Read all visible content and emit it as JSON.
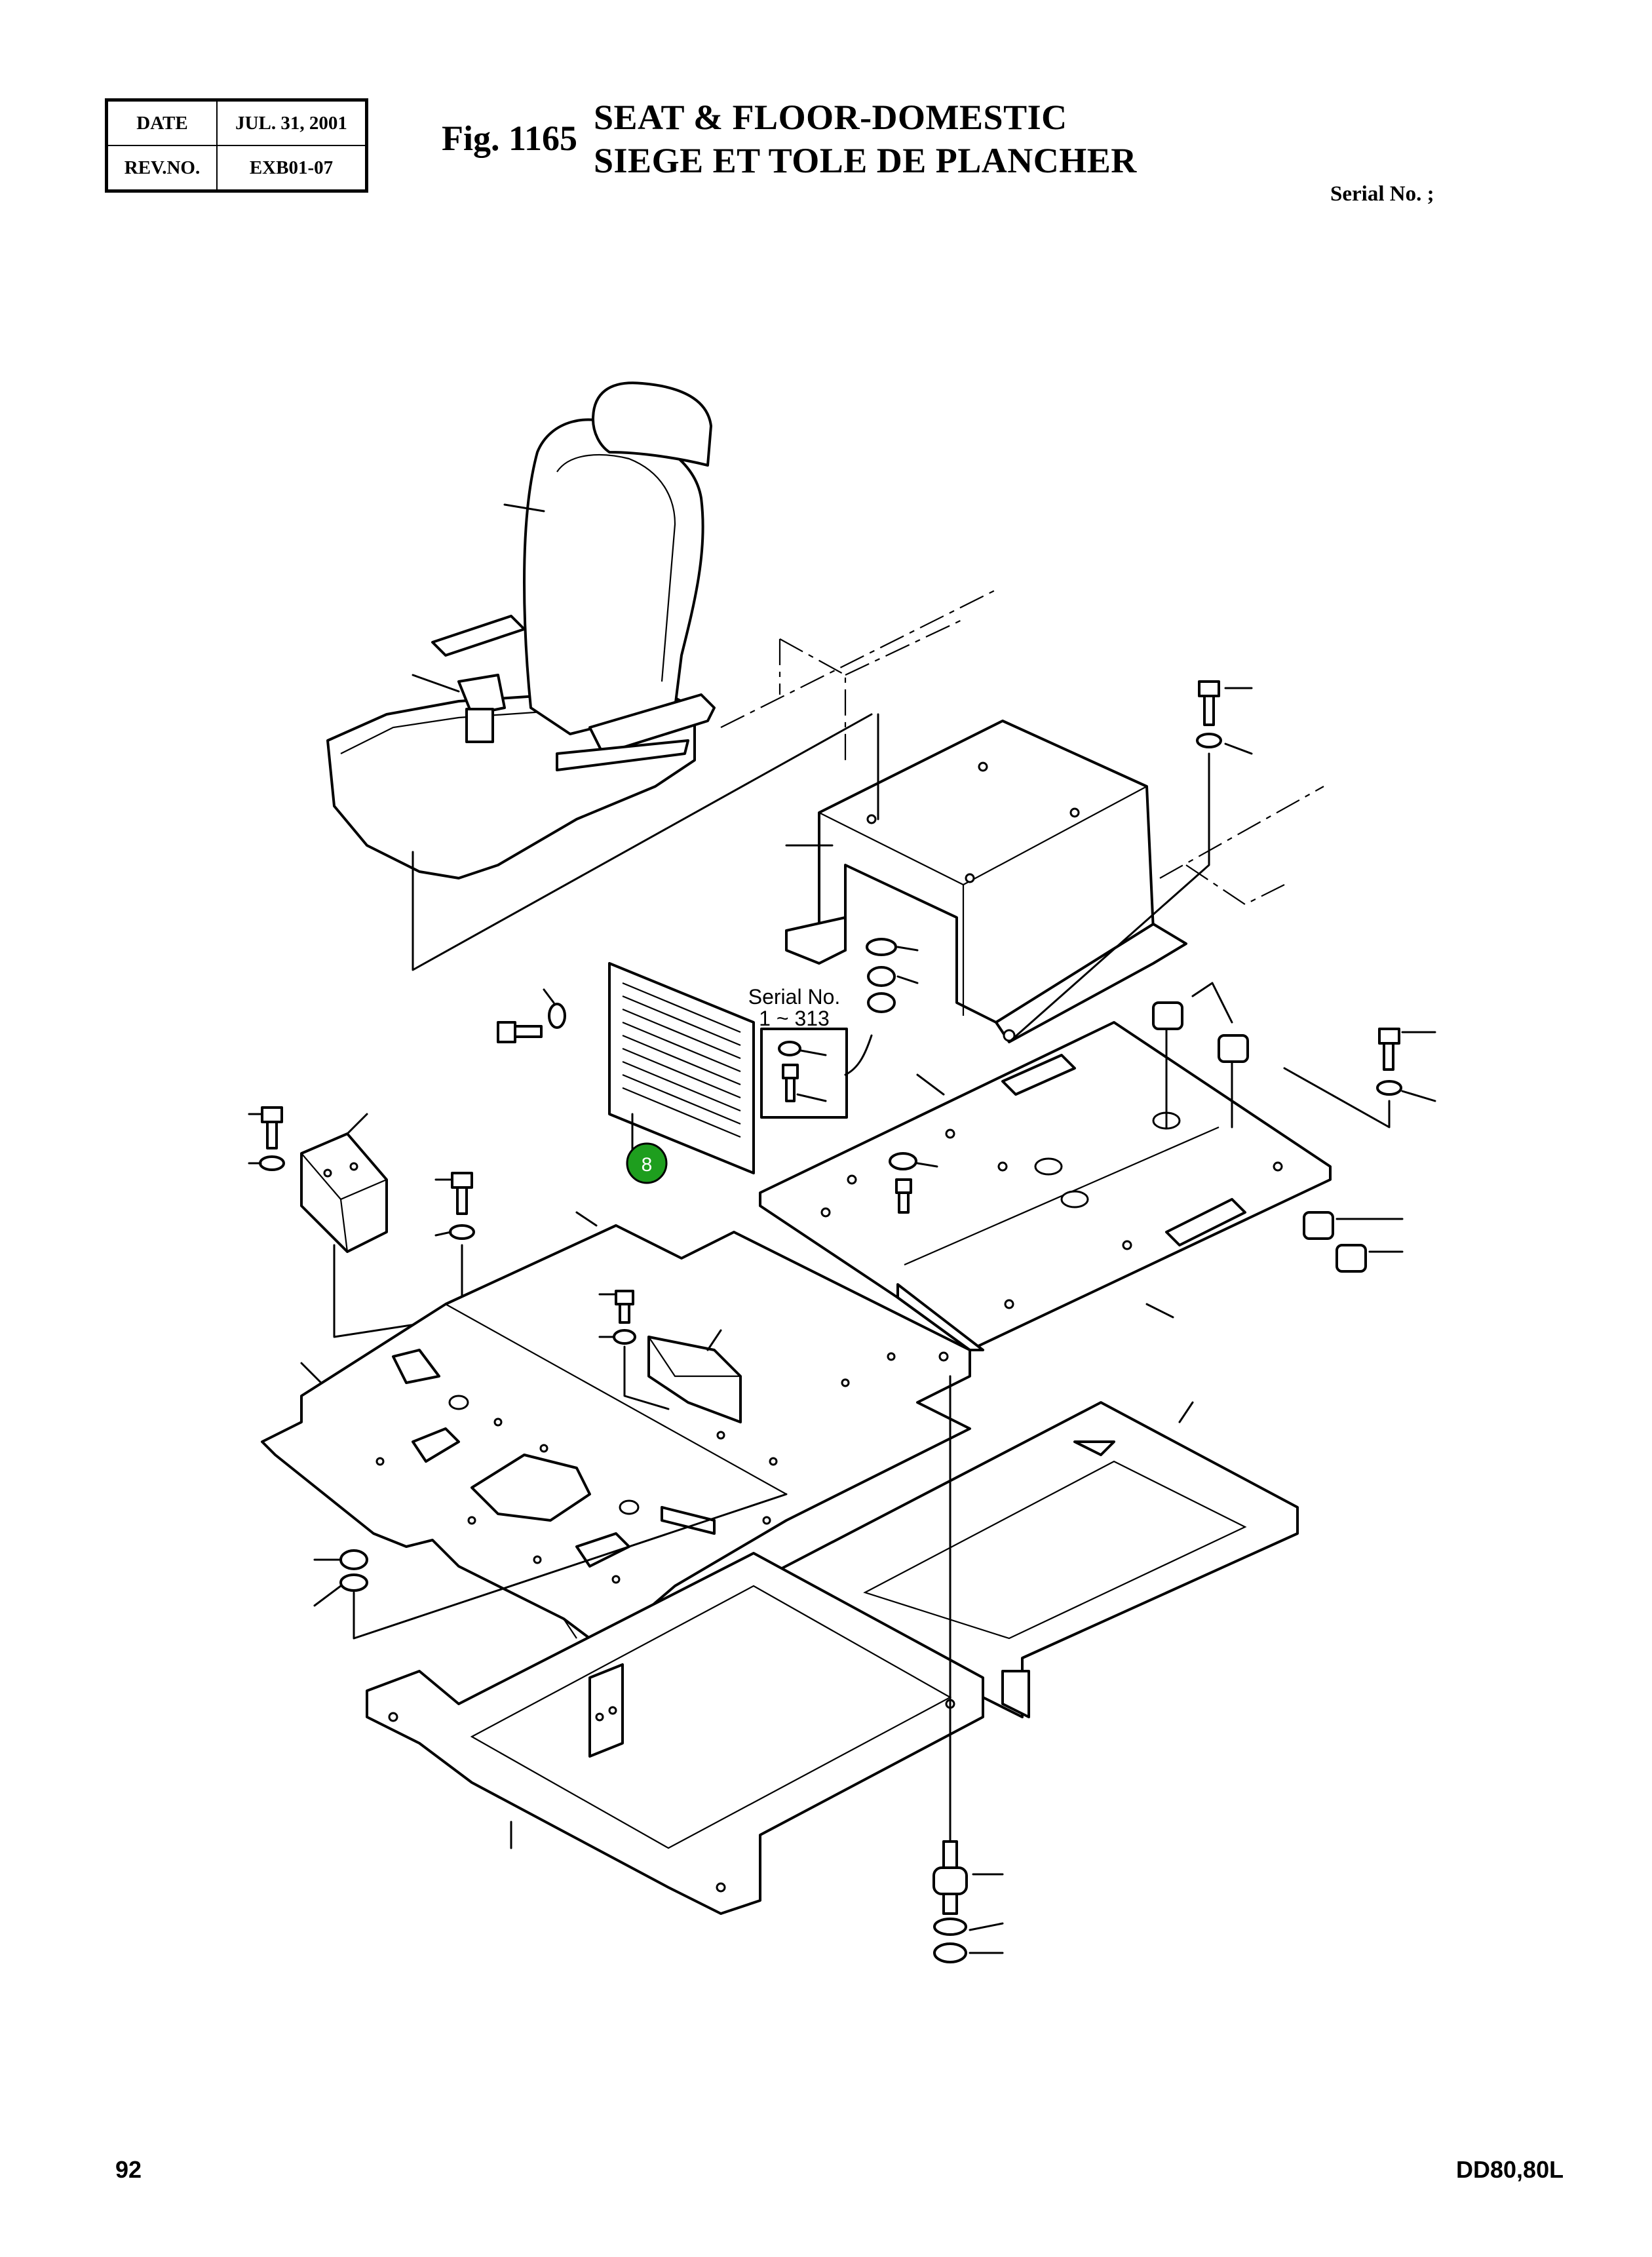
{
  "header": {
    "date_label": "DATE",
    "date_value": "JUL. 31, 2001",
    "rev_label": "REV.NO.",
    "rev_value": "EXB01-07",
    "fig_number": "Fig. 1165",
    "title_en": "SEAT & FLOOR-DOMESTIC",
    "title_fr": "SIEGE ET TOLE DE PLANCHER",
    "serial_label": "Serial No. ;"
  },
  "diagram": {
    "callout_serial": "Serial No.",
    "callout_range": "1 ~ 313",
    "highlight_item": "8",
    "highlight_color": "#1e9e1e"
  },
  "footer": {
    "page_number": "92",
    "model": "DD80,80L"
  }
}
